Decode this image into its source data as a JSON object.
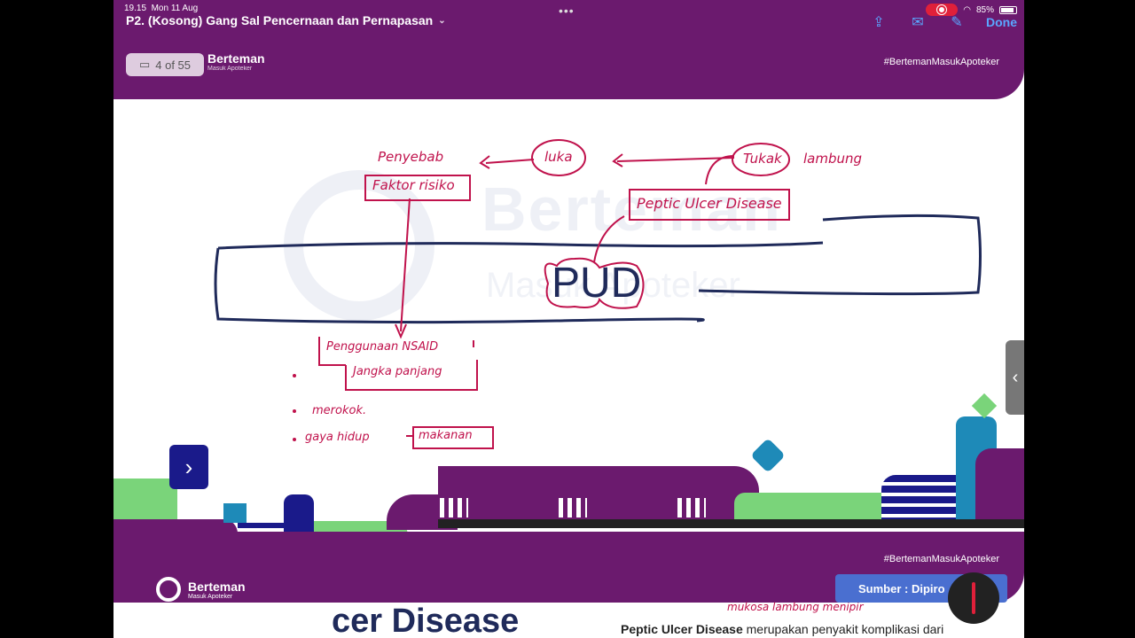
{
  "status": {
    "time": "19.15",
    "date": "Mon 11 Aug",
    "battery": "85%"
  },
  "nav": {
    "title": "P2. (Kosong) Gang Sal Pencernaan dan Pernapasan",
    "done": "Done"
  },
  "viewer": {
    "page_indicator": "4 of 55"
  },
  "slide1": {
    "brand_name": "Berteman",
    "brand_sub": "Masuk Apoteker",
    "hashtag": "#BertemanMasukApoteker",
    "main_term": "PUD",
    "annotations": {
      "penyebab": "Penyebab",
      "faktor_risiko": "Faktor risiko",
      "luka": "luka",
      "tukak": "Tukak",
      "lambung": "lambung",
      "pud_full": "Peptic Ulcer Disease",
      "nsaid_line1": "Penggunaan NSAID",
      "nsaid_line2": "Jangka panjang",
      "merokok": "merokok.",
      "gaya_hidup": "gaya hidup",
      "makanan": "makanan"
    }
  },
  "slide2": {
    "hashtag": "#BertemanMasukApoteker",
    "brand_name": "Berteman",
    "brand_sub": "Masuk Apoteker",
    "source_label": "Sumber : Dipiro",
    "title_partial": "cer Disease",
    "desc_bold1": "Peptic Ulcer Disease",
    "desc_rest": " merupakan penyakit komplikasi dari",
    "annotation": "mukosa lambung menipir"
  },
  "colors": {
    "purple": "#6b1a6e",
    "navy": "#1f2a5a",
    "ink": "#c0124c",
    "teal": "#1e8ab8",
    "green": "#7ad47a",
    "blue": "#4a6fd0"
  }
}
